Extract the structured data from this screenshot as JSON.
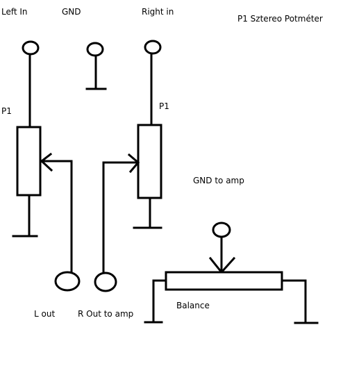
{
  "labels": {
    "left_in": "Left In",
    "gnd": "GND",
    "right_in": "Right in",
    "title": "P1 Sztereo Potméter",
    "p1_left": "P1",
    "p1_right": "P1",
    "gnd_to_amp": "GND to amp",
    "balance": "Balance",
    "l_out": "L  out",
    "r_out": "R Out to amp"
  },
  "colors": {
    "stroke": "#000000",
    "background": "#ffffff"
  }
}
